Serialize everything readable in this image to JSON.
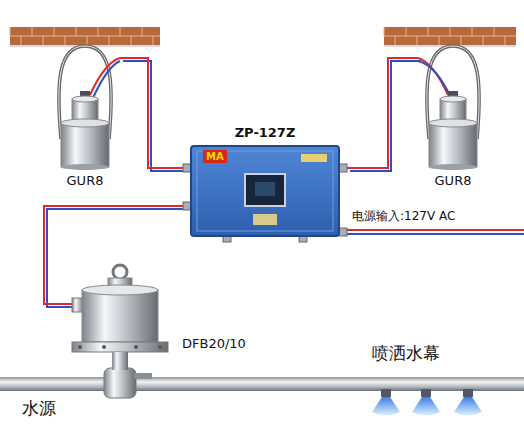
{
  "diagram": {
    "nodes": [
      {
        "text": [
          "GUR8"
        ]
      },
      {
        "text": [
          "GUR8"
        ]
      },
      {
        "text": [
          "ZP-127Z",
          "MA"
        ]
      },
      {
        "text": [
          "DFB20/10"
        ]
      }
    ],
    "edges": [
      {
        "from": 0,
        "to": 2,
        "arrow": "none"
      },
      {
        "from": 1,
        "to": 2,
        "arrow": "none"
      },
      {
        "from": 2,
        "to": 3,
        "arrow": "none"
      }
    ],
    "labels": [
      "电源输入:127V AC",
      "喷洒水幕",
      "水源"
    ]
  }
}
